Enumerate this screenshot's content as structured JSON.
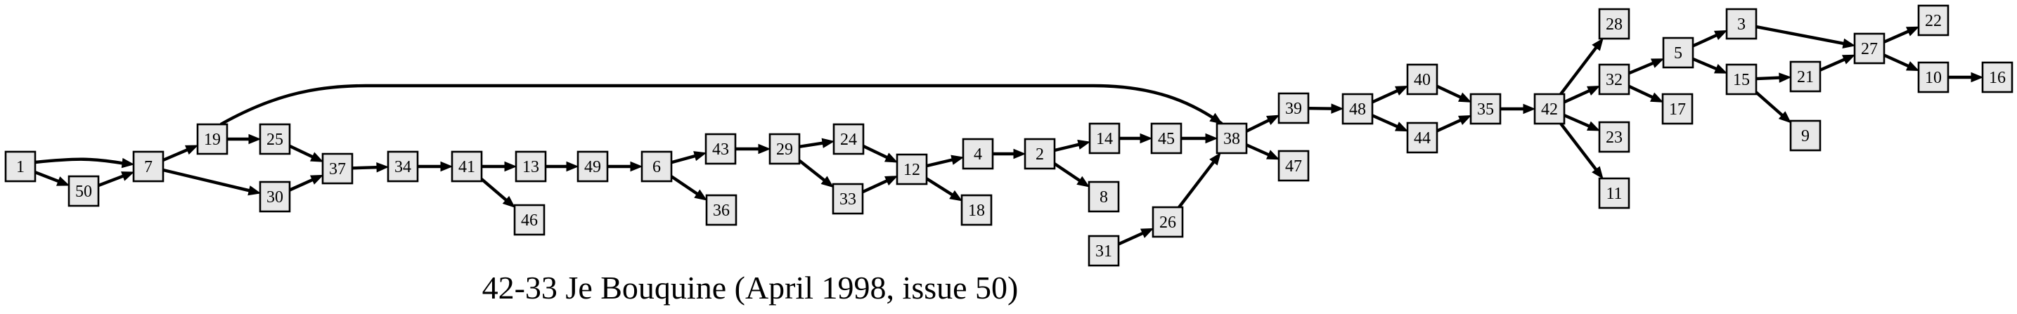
{
  "caption": "42-33 Je Bouquine (April 1998, issue 50)",
  "nodes": [
    "1",
    "50",
    "7",
    "19",
    "30",
    "25",
    "37",
    "34",
    "41",
    "13",
    "46",
    "49",
    "6",
    "43",
    "36",
    "29",
    "24",
    "33",
    "12",
    "4",
    "18",
    "2",
    "14",
    "8",
    "45",
    "31",
    "26",
    "38",
    "39",
    "47",
    "48",
    "40",
    "44",
    "35",
    "42",
    "28",
    "32",
    "23",
    "11",
    "5",
    "17",
    "3",
    "15",
    "9",
    "21",
    "27",
    "22",
    "10",
    "16"
  ],
  "edges": [
    [
      "1",
      "7"
    ],
    [
      "1",
      "50"
    ],
    [
      "50",
      "7"
    ],
    [
      "7",
      "19"
    ],
    [
      "7",
      "30"
    ],
    [
      "19",
      "25"
    ],
    [
      "19",
      "38"
    ],
    [
      "25",
      "37"
    ],
    [
      "30",
      "37"
    ],
    [
      "37",
      "34"
    ],
    [
      "34",
      "41"
    ],
    [
      "41",
      "13"
    ],
    [
      "41",
      "46"
    ],
    [
      "13",
      "49"
    ],
    [
      "49",
      "6"
    ],
    [
      "6",
      "43"
    ],
    [
      "6",
      "36"
    ],
    [
      "43",
      "29"
    ],
    [
      "29",
      "24"
    ],
    [
      "29",
      "33"
    ],
    [
      "24",
      "12"
    ],
    [
      "33",
      "12"
    ],
    [
      "12",
      "4"
    ],
    [
      "12",
      "18"
    ],
    [
      "4",
      "2"
    ],
    [
      "2",
      "14"
    ],
    [
      "2",
      "8"
    ],
    [
      "14",
      "45"
    ],
    [
      "45",
      "38"
    ],
    [
      "31",
      "26"
    ],
    [
      "26",
      "38"
    ],
    [
      "38",
      "39"
    ],
    [
      "38",
      "47"
    ],
    [
      "39",
      "48"
    ],
    [
      "48",
      "40"
    ],
    [
      "48",
      "44"
    ],
    [
      "40",
      "35"
    ],
    [
      "44",
      "35"
    ],
    [
      "35",
      "42"
    ],
    [
      "42",
      "28"
    ],
    [
      "42",
      "32"
    ],
    [
      "42",
      "23"
    ],
    [
      "42",
      "11"
    ],
    [
      "32",
      "5"
    ],
    [
      "32",
      "17"
    ],
    [
      "5",
      "3"
    ],
    [
      "5",
      "15"
    ],
    [
      "15",
      "21"
    ],
    [
      "15",
      "9"
    ],
    [
      "21",
      "27"
    ],
    [
      "3",
      "27"
    ],
    [
      "27",
      "22"
    ],
    [
      "27",
      "10"
    ],
    [
      "10",
      "16"
    ]
  ]
}
